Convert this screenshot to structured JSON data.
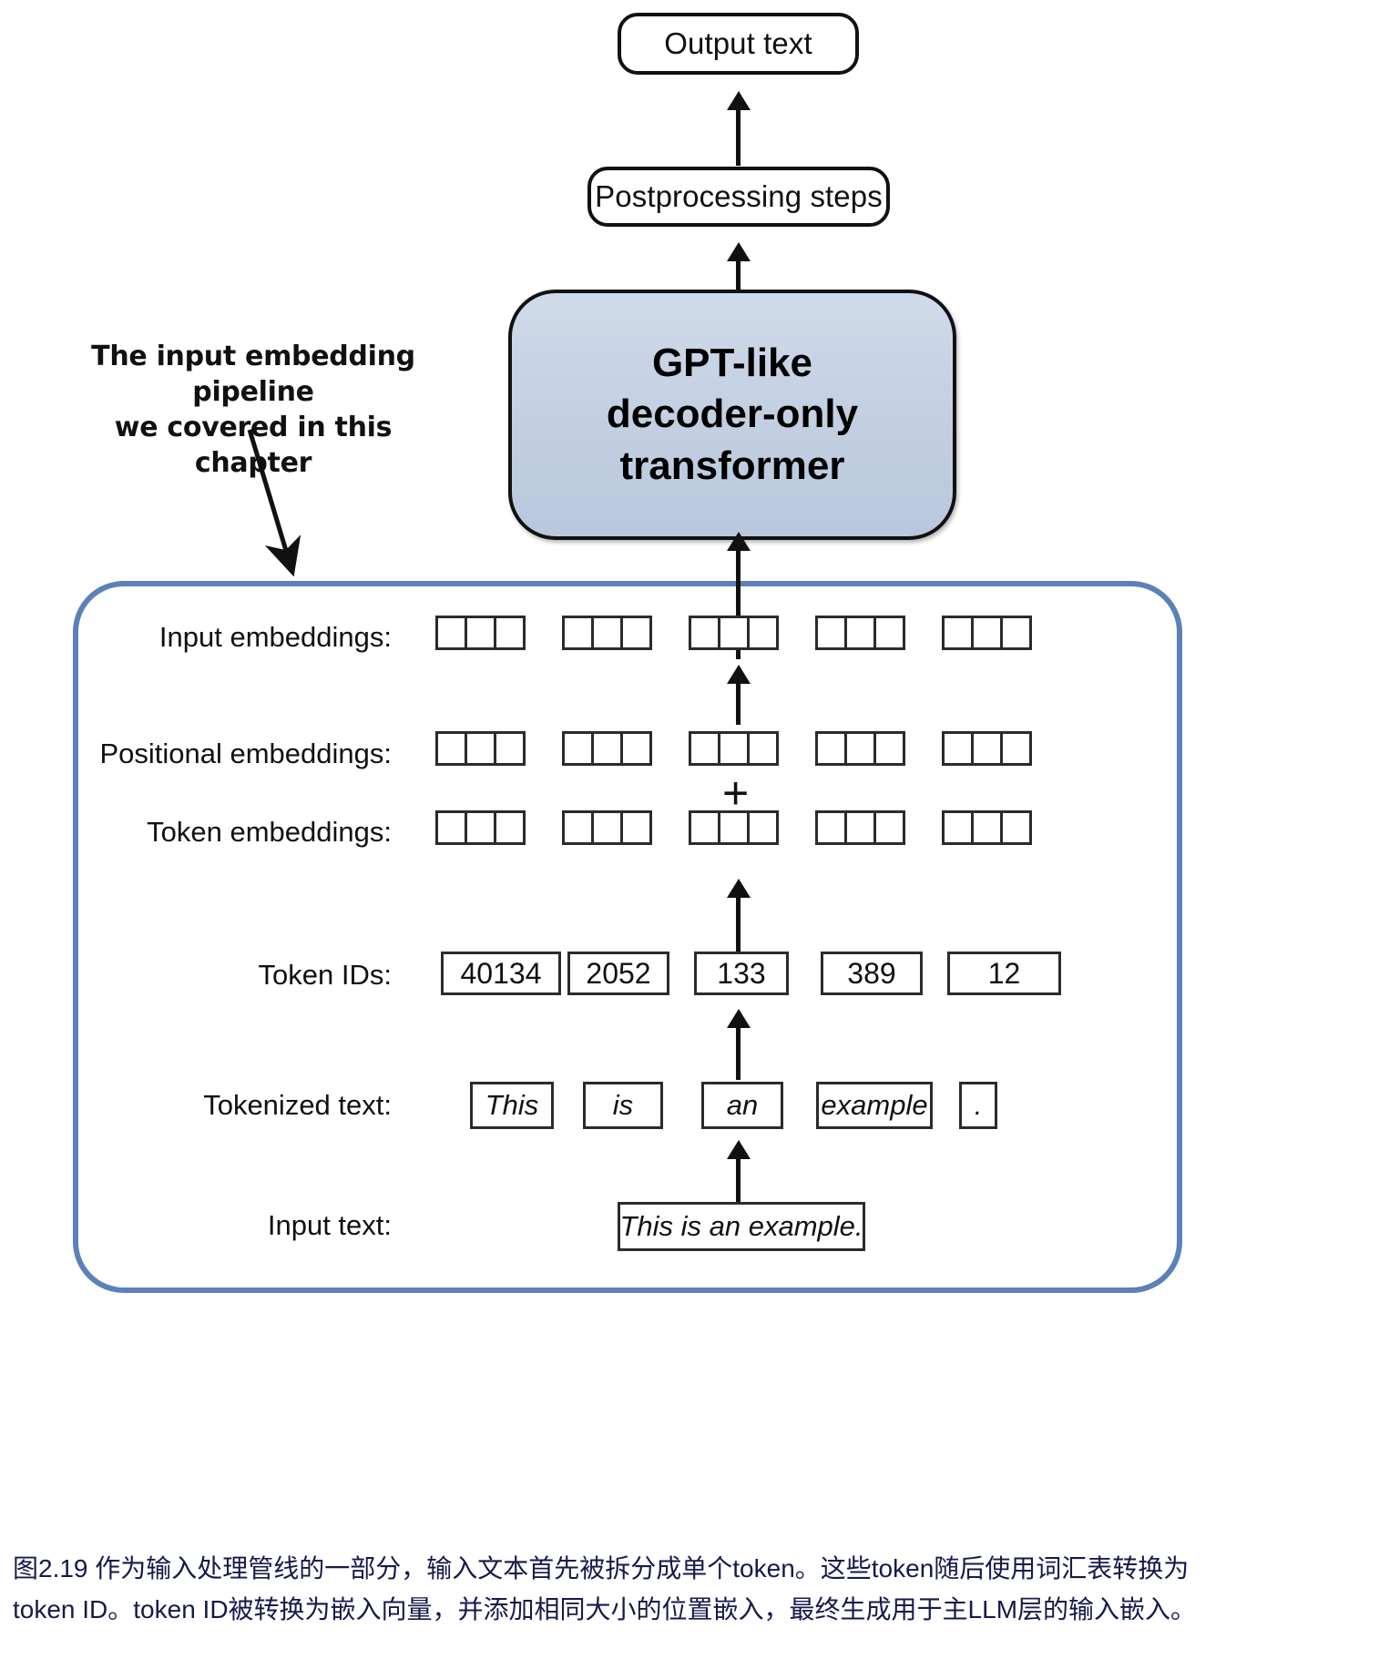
{
  "diagram": {
    "title": "Input embedding pipeline for a GPT-like decoder-only transformer",
    "output_box": {
      "label": "Output text"
    },
    "postprocessing_box": {
      "label": "Postprocessing steps"
    },
    "llm_box": {
      "line1": "GPT-like",
      "line2": "decoder-only",
      "line3": "transformer",
      "fill_color": "#c2cfe1",
      "border_color": "#111111"
    },
    "annotation": {
      "line1": "The input embedding pipeline",
      "line2": "we covered in this chapter"
    },
    "pipeline": {
      "border_color": "#5b81b8",
      "rows": [
        {
          "key": "input_embeddings",
          "label": "Input embeddings:",
          "type": "cells",
          "groups": 5,
          "cells_per_group": 3
        },
        {
          "key": "positional_embeddings",
          "label": "Positional embeddings:",
          "type": "cells",
          "groups": 5,
          "cells_per_group": 3
        },
        {
          "key": "token_embeddings",
          "label": "Token embeddings:",
          "type": "cells",
          "groups": 5,
          "cells_per_group": 3
        },
        {
          "key": "token_ids",
          "label": "Token IDs:",
          "type": "values",
          "values": [
            "40134",
            "2052",
            "133",
            "389",
            "12"
          ]
        },
        {
          "key": "tokenized_text",
          "label": "Tokenized text:",
          "type": "values",
          "values": [
            "This",
            "is",
            "an",
            "example",
            "."
          ]
        },
        {
          "key": "input_text",
          "label": "Input text:",
          "type": "values",
          "values": [
            "This is an example."
          ]
        }
      ],
      "plus_sign": "+"
    }
  },
  "caption": {
    "line1": "图2.19 作为输入处理管线的一部分，输入文本首先被拆分成单个token。这些token随后使用词汇表转换为",
    "line2": "token ID。token ID被转换为嵌入向量，并添加相同大小的位置嵌入，最终生成用于主LLM层的输入嵌入。",
    "color": "#151a4a"
  }
}
